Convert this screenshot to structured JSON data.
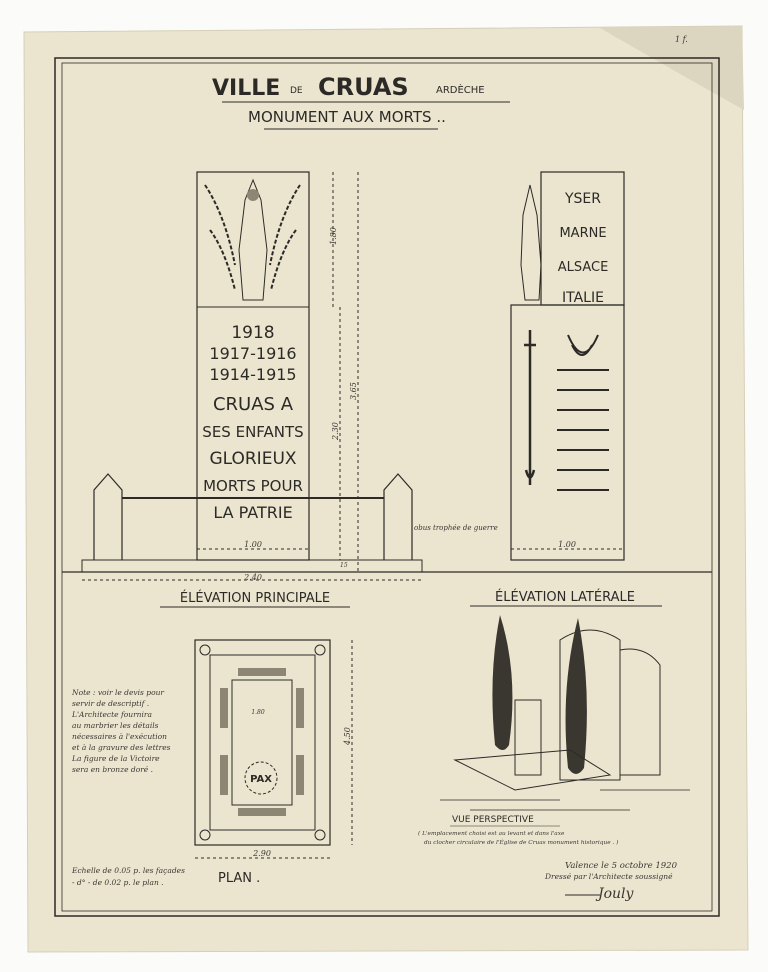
{
  "title": {
    "line1_ville": "VILLE",
    "line1_de": "DE",
    "line1_town": "CRUAS",
    "line1_dept": "ARDÈCHE",
    "line2": "MONUMENT AUX MORTS .."
  },
  "front_inscription": [
    "1918",
    "1917-1916",
    "1914-1915",
    "CRUAS A",
    "SES ENFANTS",
    "GLORIEUX",
    "MORTS POUR",
    "LA PATRIE"
  ],
  "side_inscription": [
    "YSER",
    "MARNE",
    "ALSACE",
    "ITALIE"
  ],
  "dimensions": {
    "statue_height": "1.80",
    "total_height": "3.65",
    "shaft_height": "2.30",
    "front_width": "1.00",
    "base_width": "2.40",
    "step": "15",
    "side_width": "1.00",
    "plan_width": "2.90",
    "plan_depth": "4.50",
    "plan_inner": "1.80"
  },
  "annotations": {
    "pillar_note": "obus trophée de guerre"
  },
  "labels": {
    "front": "ÉLÉVATION PRINCIPALE",
    "side": "ÉLÉVATION LATÉRALE",
    "plan": "PLAN .",
    "perspective": "VUE PERSPECTIVE",
    "plan_pax": "PAX"
  },
  "note": [
    "Note : voir le devis pour",
    "servir de descriptif .",
    "L'Architecte fournira",
    "au marbrier les détails",
    "nécessaires à l'exécution",
    "et à la gravure des lettres",
    "La figure de la Victoire",
    "sera en bronze doré ."
  ],
  "scale": [
    "Echelle de 0.05 p. les façades",
    "- d° -  de 0.02 p. le plan ."
  ],
  "perspective_caption": [
    "( L'emplacement choisi est au levant et dans l'axe",
    "du clocher circulaire de l'Église de Cruas monument historique . )"
  ],
  "signature_block": {
    "date": "Valence le 5 octobre 1920",
    "drawn_by": "Dressé par l'Architecte soussigné",
    "signature": "Jouly"
  },
  "corner_mark": "1 f.",
  "colors": {
    "paper": "#ebe5d0",
    "ink": "#2c2a26"
  }
}
